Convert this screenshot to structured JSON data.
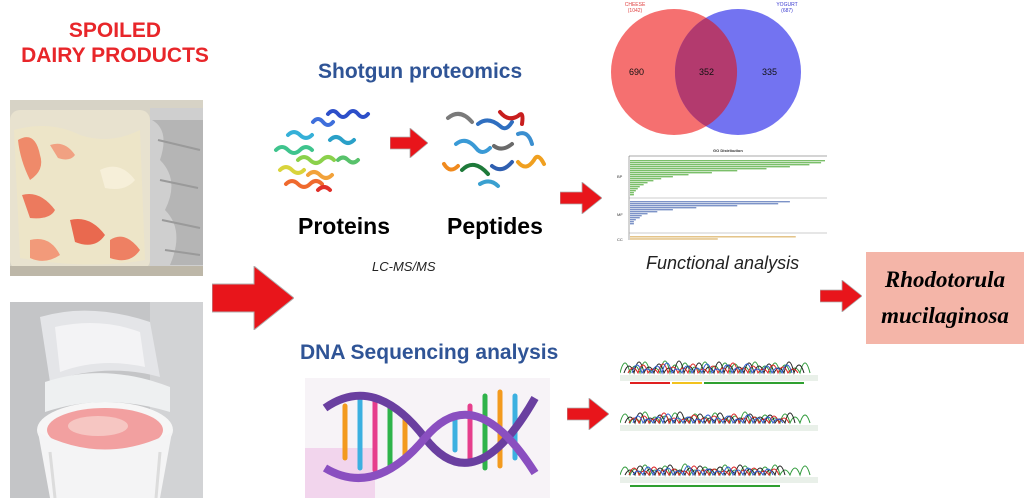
{
  "left_title": {
    "line1": "SPOILED",
    "line2": "DAIRY PRODUCTS"
  },
  "proteomics": {
    "title": "Shotgun proteomics",
    "proteins_label": "Proteins",
    "peptides_label": "Peptides",
    "method": "LC-MS/MS",
    "functional": "Functional analysis"
  },
  "dna": {
    "title": "DNA Sequencing analysis"
  },
  "venn": {
    "left_name": "CHEESE",
    "left_total": "(1042)",
    "right_name": "YOGURT",
    "right_total": "(687)",
    "left_only": "690",
    "both": "352",
    "right_only": "335",
    "left_color": "#f46868",
    "right_color": "#6b6cf0",
    "overlap_color": "#b33a6e"
  },
  "go_chart": {
    "title": "GO Distribution",
    "groups": [
      "BP",
      "MF",
      "CC"
    ],
    "colors": [
      "#7bbf6a",
      "#7d93c8",
      "#e4c48a"
    ]
  },
  "result": {
    "line1": "Rhodotorula",
    "line2": "mucilaginosa"
  },
  "colors": {
    "red": "#e8262a",
    "blue": "#2f5496",
    "arrow": "#e8151b",
    "result_bg": "#f4b5a8"
  }
}
